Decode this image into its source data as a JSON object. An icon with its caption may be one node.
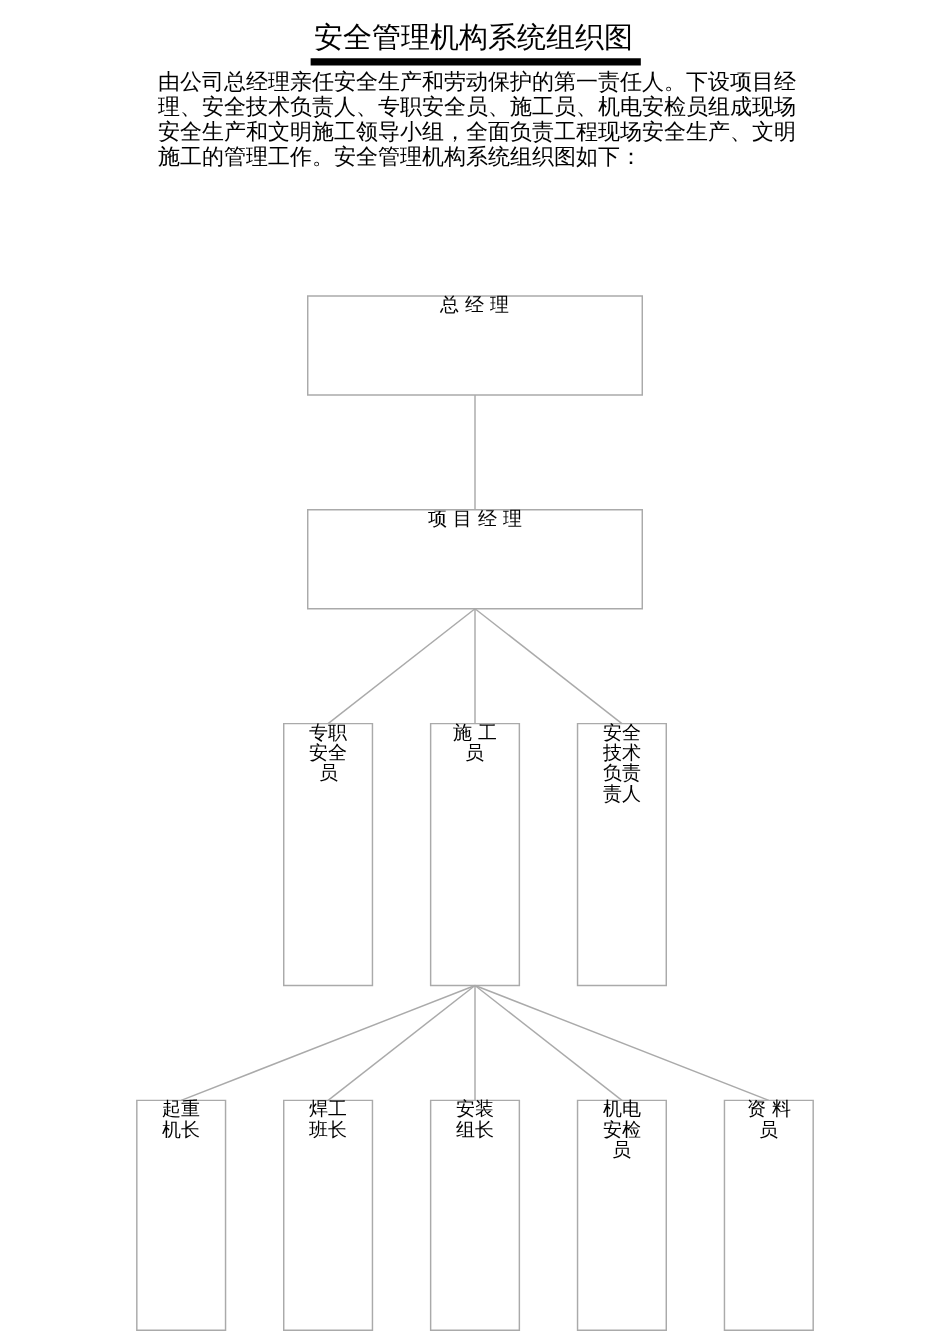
{
  "diagram": {
    "title": "安全管理机构系统组织图",
    "nodes": [
      {
        "text": [
          "总 经 理"
        ]
      },
      {
        "text": [
          "项 目 经 理"
        ]
      },
      {
        "text": [
          "专职安全员"
        ]
      },
      {
        "text": [
          "施 工员"
        ]
      },
      {
        "text": [
          "安全技术负责责人"
        ]
      },
      {
        "text": [
          "起重机长"
        ]
      },
      {
        "text": [
          "焊工班长"
        ]
      },
      {
        "text": [
          "安装组长"
        ]
      },
      {
        "text": [
          "机电安检员"
        ]
      },
      {
        "text": [
          "资 料员"
        ]
      }
    ],
    "edges": [
      {
        "from": 0,
        "to": 1,
        "arrow": "none"
      },
      {
        "from": 1,
        "to": 2,
        "arrow": "none"
      },
      {
        "from": 1,
        "to": 3,
        "arrow": "none"
      },
      {
        "from": 1,
        "to": 4,
        "arrow": "none"
      },
      {
        "from": 3,
        "to": 5,
        "arrow": "none"
      },
      {
        "from": 3,
        "to": 6,
        "arrow": "none"
      },
      {
        "from": 3,
        "to": 7,
        "arrow": "none"
      },
      {
        "from": 3,
        "to": 8,
        "arrow": "none"
      },
      {
        "from": 3,
        "to": 9,
        "arrow": "none"
      }
    ],
    "labels": [
      "由公司总经理亲任安全生产和劳动保护的第一责任人。下设项目经理、安全技术负责人、专职安全员、施工员、机电安检员组成现场安全生产和文明施工领导小组，全面负责工程现场安全生产、文明施工的管理工作。安全管理机构系统组织图如下："
    ]
  }
}
